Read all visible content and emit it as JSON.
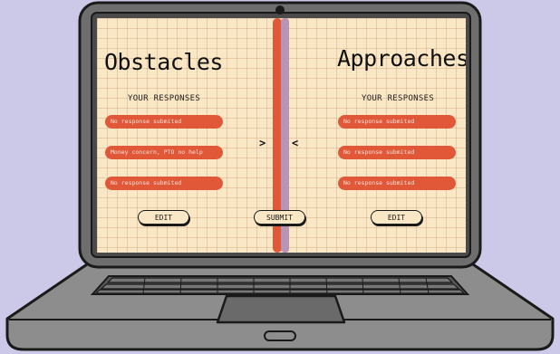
{
  "left_panel": {
    "title": "Obstacles",
    "responses_heading": "YOUR RESPONSES",
    "responses": [
      "No response submited",
      "Money concern, PTO no help",
      "No response submited"
    ],
    "edit_label": "EDIT"
  },
  "right_panel": {
    "title": "Approaches",
    "responses_heading": "YOUR RESPONSES",
    "responses": [
      "No response submited",
      "No response submited",
      "No response submited"
    ],
    "edit_label": "EDIT"
  },
  "center": {
    "right_arrow": ">",
    "left_arrow": "<",
    "submit_label": "SUBMIT"
  },
  "colors": {
    "background": "#ccc9e8",
    "screen": "#fae7c6",
    "accent_red": "#e15839",
    "accent_purple": "#b895b4",
    "laptop_body": "#8a8a8a",
    "outline": "#1a1a1a"
  }
}
